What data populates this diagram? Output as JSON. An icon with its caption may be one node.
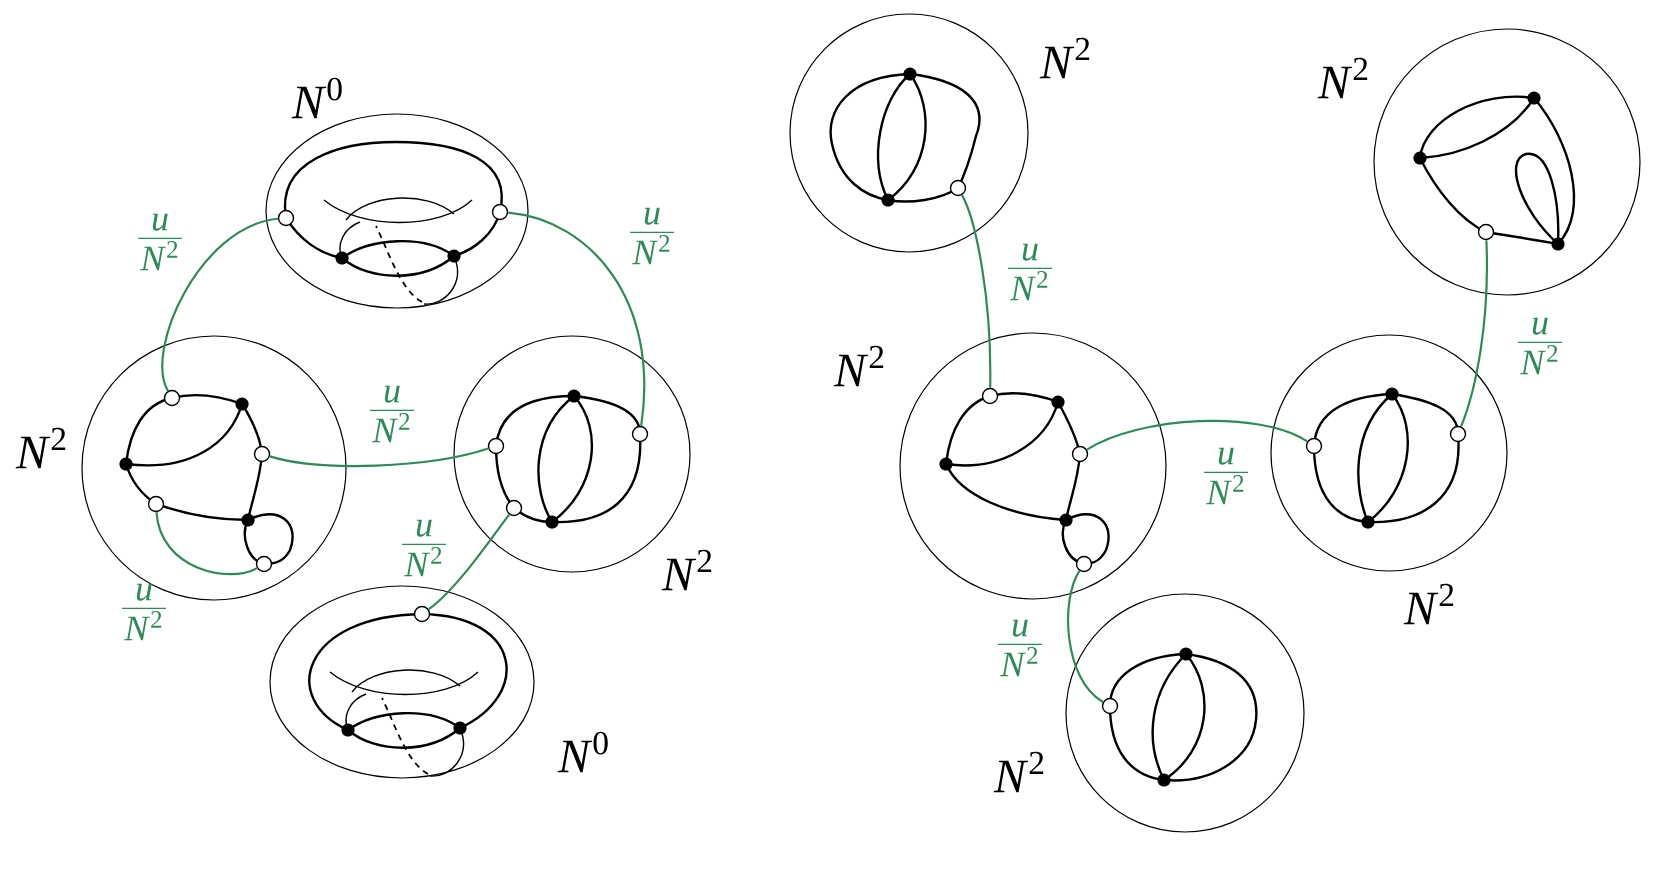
{
  "diagram": {
    "nodes": [
      {
        "text": [],
        "shape": "ellipse",
        "beside": [
          "*N*$^{0}$"
        ]
      },
      {
        "text": [],
        "shape": "circle",
        "in": 0
      },
      {
        "text": [],
        "shape": "circle",
        "in": 0
      },
      {
        "text": [],
        "shape": "circle",
        "beside": [
          "*N*$^{2}$"
        ]
      },
      {
        "text": [],
        "shape": "circle",
        "in": 3
      },
      {
        "text": [],
        "shape": "circle",
        "in": 3
      },
      {
        "text": [],
        "shape": "circle",
        "in": 3
      },
      {
        "text": [],
        "shape": "circle",
        "in": 3
      },
      {
        "text": [],
        "shape": "circle",
        "beside": [
          "*N*$^{2}$"
        ]
      },
      {
        "text": [],
        "shape": "circle",
        "in": 8
      },
      {
        "text": [],
        "shape": "circle",
        "in": 8
      },
      {
        "text": [],
        "shape": "circle",
        "in": 8
      },
      {
        "text": [],
        "shape": "ellipse",
        "beside": [
          "*N*$^{0}$"
        ]
      },
      {
        "text": [],
        "shape": "circle",
        "in": 12
      },
      {
        "text": [],
        "shape": "circle",
        "beside": [
          "*N*$^{2}$"
        ]
      },
      {
        "text": [],
        "shape": "circle",
        "in": 14
      },
      {
        "text": [],
        "shape": "circle",
        "beside": [
          "*N*$^{2}$"
        ]
      },
      {
        "text": [],
        "shape": "circle",
        "in": 16
      },
      {
        "text": [],
        "shape": "circle",
        "beside": [
          "*N*$^{2}$"
        ]
      },
      {
        "text": [],
        "shape": "circle",
        "in": 18
      },
      {
        "text": [],
        "shape": "circle",
        "in": 18
      },
      {
        "text": [],
        "shape": "circle",
        "in": 18
      },
      {
        "text": [],
        "shape": "circle",
        "beside": [
          "*N*$^{2}$"
        ]
      },
      {
        "text": [],
        "shape": "circle",
        "in": 22
      },
      {
        "text": [],
        "shape": "circle",
        "in": 22
      },
      {
        "text": [],
        "shape": "circle",
        "beside": [
          "*N*$^{2}$"
        ]
      },
      {
        "text": [],
        "shape": "circle",
        "in": 25
      }
    ],
    "edges": [
      {
        "from": 1,
        "to": 4,
        "arrow": "none",
        "label": "*u* *N*$^{2}$"
      },
      {
        "from": 2,
        "to": 10,
        "arrow": "none",
        "label": "*u* *N*$^{2}$"
      },
      {
        "from": 5,
        "to": 9,
        "arrow": "none",
        "label": "*u* *N*$^{2}$"
      },
      {
        "from": 6,
        "to": 7,
        "arrow": "none",
        "label": "*u* *N*$^{2}$"
      },
      {
        "from": 11,
        "to": 13,
        "arrow": "none",
        "label": "*u* *N*$^{2}$"
      },
      {
        "from": 15,
        "to": 19,
        "arrow": "none",
        "label": "*u* *N*$^{2}$"
      },
      {
        "from": 20,
        "to": 23,
        "arrow": "none",
        "label": "*u* *N*$^{2}$"
      },
      {
        "from": 17,
        "to": 24,
        "arrow": "none",
        "label": "*u* *N*$^{2}$"
      },
      {
        "from": 21,
        "to": 26,
        "arrow": "none",
        "label": "*u* *N*$^{2}$"
      }
    ]
  }
}
